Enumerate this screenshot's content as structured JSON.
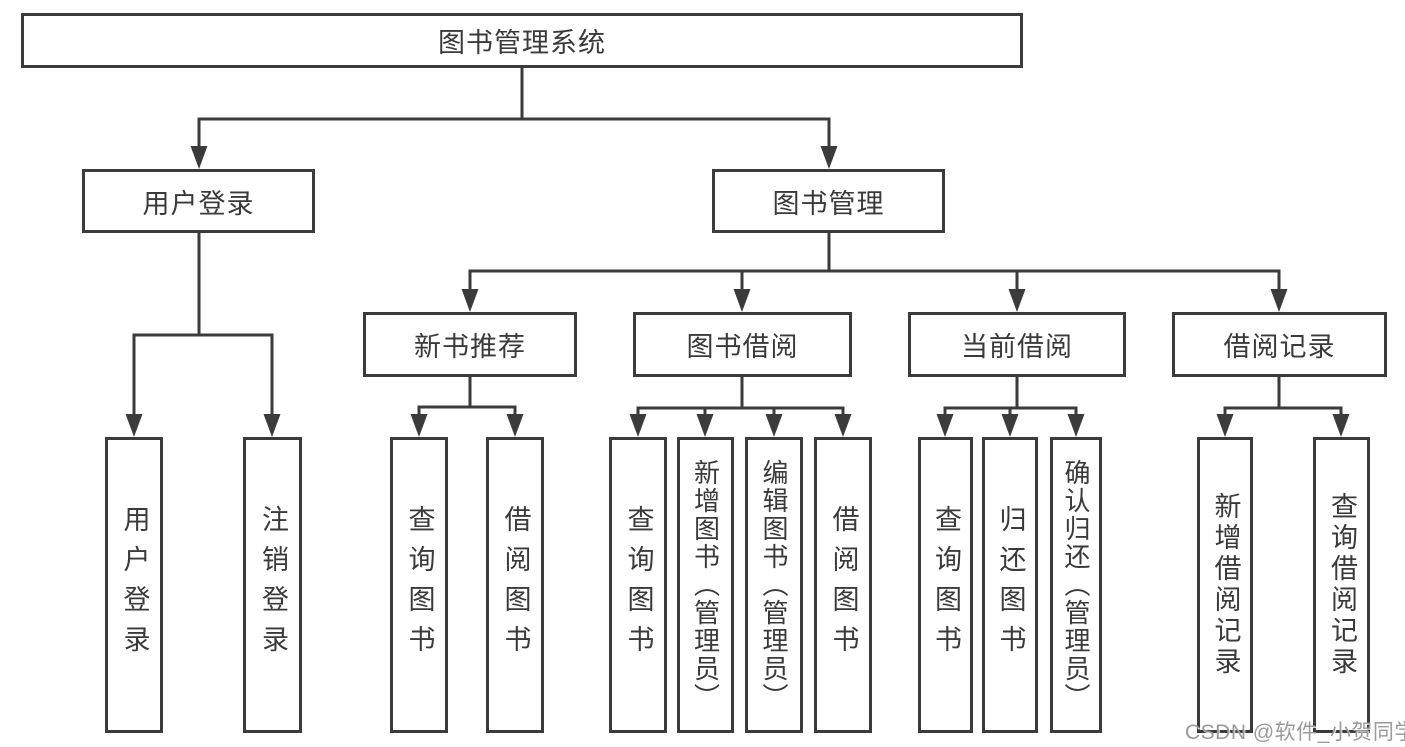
{
  "nodes": {
    "root": "图书管理系统",
    "user_login": "用户登录",
    "book_mgmt": "图书管理",
    "new_book_rec": "新书推荐",
    "book_borrow": "图书借阅",
    "current_borrow": "当前借阅",
    "borrow_records": "借阅记录",
    "leaf_user_login": "用户登录",
    "leaf_logout": "注销登录",
    "leaf_rec_query_book": "查询图书",
    "leaf_rec_borrow_book": "借阅图书",
    "leaf_bb_query_book": "查询图书",
    "leaf_bb_add_book": "新增图书（管理员）",
    "leaf_bb_edit_book": "编辑图书（管理员）",
    "leaf_bb_borrow_book": "借阅图书",
    "leaf_cb_query_book": "查询图书",
    "leaf_cb_return_book": "归还图书",
    "leaf_cb_confirm_return": "确认归还（管理员）",
    "leaf_br_add_record": "新增借阅记录",
    "leaf_br_query_record": "查询借阅记录"
  },
  "hierarchy": {
    "label": "图书管理系统",
    "children": [
      {
        "label": "用户登录",
        "children": [
          {
            "label": "用户登录"
          },
          {
            "label": "注销登录"
          }
        ]
      },
      {
        "label": "图书管理",
        "children": [
          {
            "label": "新书推荐",
            "children": [
              {
                "label": "查询图书"
              },
              {
                "label": "借阅图书"
              }
            ]
          },
          {
            "label": "图书借阅",
            "children": [
              {
                "label": "查询图书"
              },
              {
                "label": "新增图书（管理员）"
              },
              {
                "label": "编辑图书（管理员）"
              },
              {
                "label": "借阅图书"
              }
            ]
          },
          {
            "label": "当前借阅",
            "children": [
              {
                "label": "查询图书"
              },
              {
                "label": "归还图书"
              },
              {
                "label": "确认归还（管理员）"
              }
            ]
          },
          {
            "label": "借阅记录",
            "children": [
              {
                "label": "新增借阅记录"
              },
              {
                "label": "查询借阅记录"
              }
            ]
          }
        ]
      }
    ]
  },
  "watermark": "CSDN @软件_小贺同学",
  "colors": {
    "line": "#3b3b3b",
    "text": "#3a3a3a",
    "watermark": "#9b9b9b",
    "background": "#ffffff"
  }
}
